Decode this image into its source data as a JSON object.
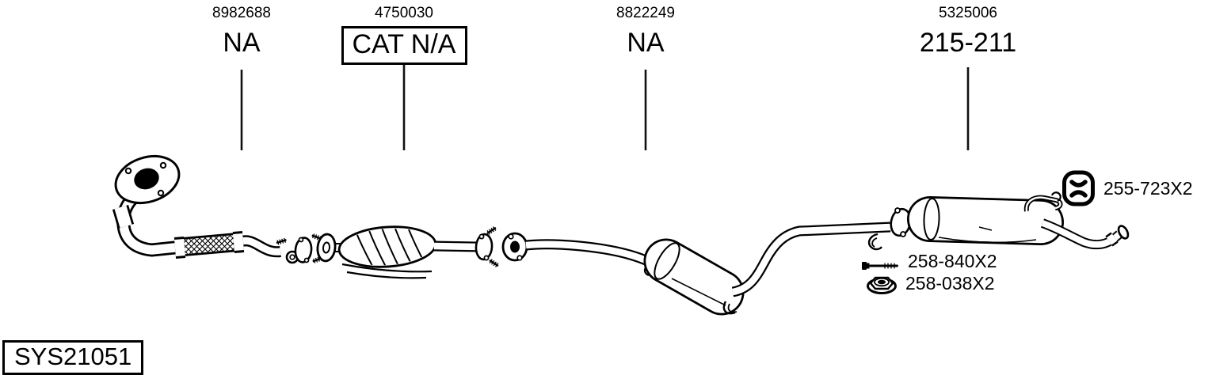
{
  "colors": {
    "ink": "#000000",
    "background": "#ffffff"
  },
  "part_columns": [
    {
      "part_number": "8982688",
      "name": "NA"
    },
    {
      "part_number": "4750030",
      "name": "CAT N/A"
    },
    {
      "part_number": "8822249",
      "name": "NA"
    },
    {
      "part_number": "5325006",
      "name": "215-211"
    }
  ],
  "hardware_callouts": [
    {
      "icon": "rubber-hanger-icon",
      "part_number": "255-723X2"
    },
    {
      "icon": "bolt-icon",
      "part_number": "258-840X2"
    },
    {
      "icon": "flange-nut-icon",
      "part_number": "258-038X2"
    }
  ],
  "system_code": "SYS21051"
}
